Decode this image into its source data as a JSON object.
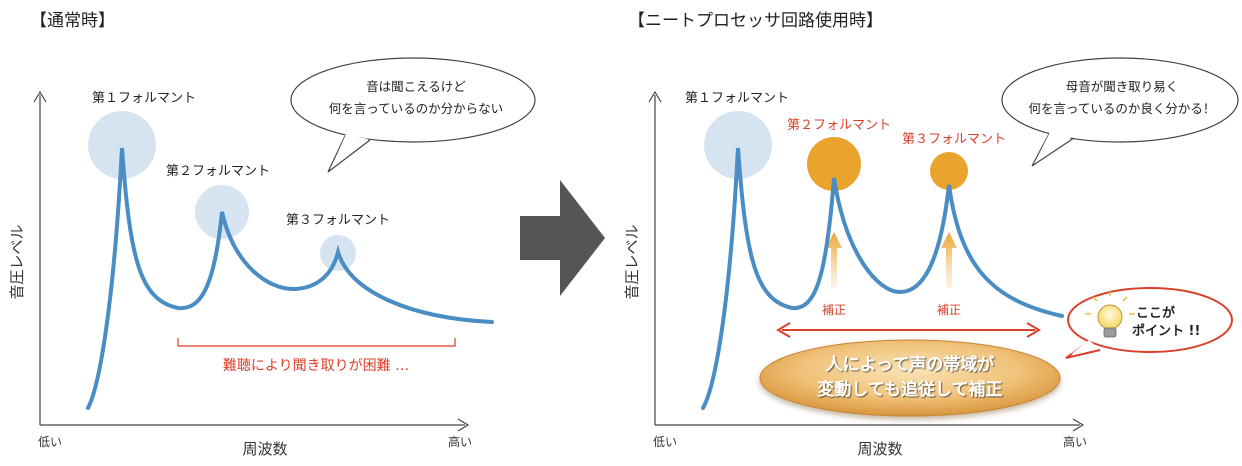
{
  "left": {
    "heading": "【通常時】",
    "ylabel": "音圧レベル",
    "xlabel": "周波数",
    "x_low": "低い",
    "x_high": "高い",
    "formant1": "第１フォルマント",
    "formant2": "第２フォルマント",
    "formant3": "第３フォルマント",
    "bubble_line1": "音は聞こえるけど",
    "bubble_line2": "何を言っているのか分からない",
    "difficulty": "難聴により聞き取りが困難 …"
  },
  "right": {
    "heading": "【ニートプロセッサ回路使用時】",
    "ylabel": "音圧レベル",
    "xlabel": "周波数",
    "x_low": "低い",
    "x_high": "高い",
    "formant1": "第１フォルマント",
    "formant2": "第２フォルマント",
    "formant3": "第３フォルマント",
    "bubble_line1": "母音が聞き取り易く",
    "bubble_line2": "何を言っているのか良く分かる！",
    "boost1": "補正",
    "boost2": "補正",
    "point_line1": "ここが",
    "point_line2": "ポイント !!",
    "oval_line1": "人によって声の帯域が",
    "oval_line2": "変動しても追従して補正"
  },
  "colors": {
    "curve": "#4a8cc4",
    "formant_circle": "#d6e4f2",
    "boosted_circle": "#e9a42d",
    "red": "#d9402b",
    "arrow_gray": "#555555"
  }
}
